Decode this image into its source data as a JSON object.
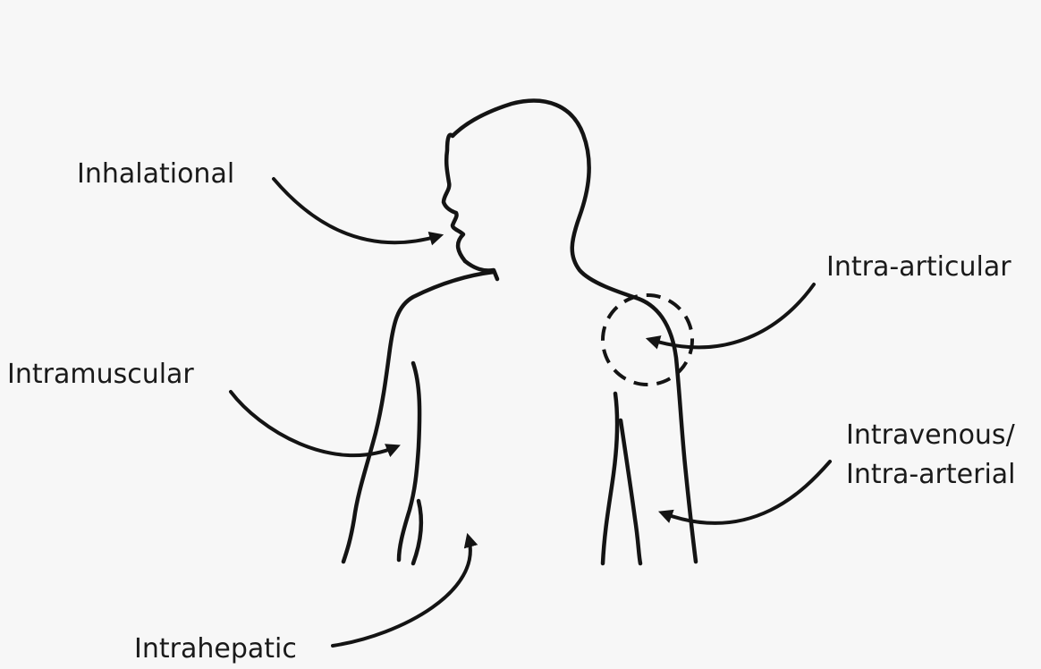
{
  "routes": [
    {
      "key": "inhalational",
      "label": "Inhalational"
    },
    {
      "key": "intra_articular",
      "label": "Intra-articular"
    },
    {
      "key": "intramuscular",
      "label": "Intramuscular"
    },
    {
      "key": "intravenous",
      "label_line1": "Intravenous/",
      "label_line2": "Intra-arterial"
    },
    {
      "key": "intrahepatic",
      "label": "Intrahepatic"
    }
  ],
  "figure": "human-upper-body-outline"
}
